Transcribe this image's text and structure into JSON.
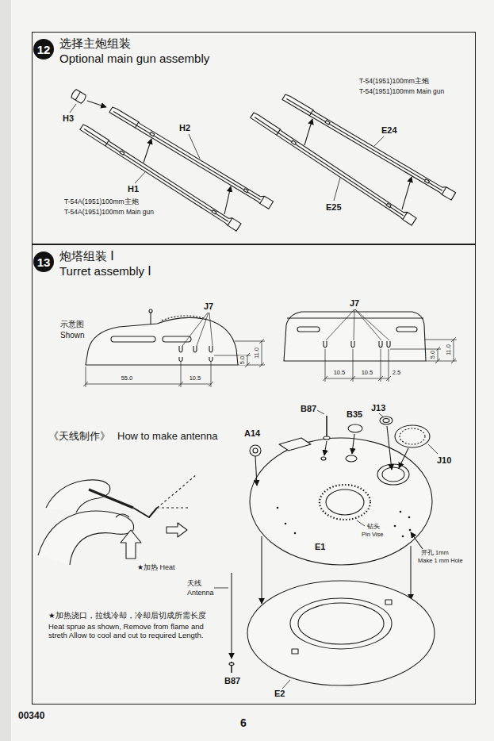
{
  "diagram": {
    "nodes": [
      {
        "text": [
          "选择主炮组装",
          "Optional main gun assembly"
        ]
      },
      {
        "text": [
          "12"
        ],
        "in": 0
      },
      {
        "text": [
          "炮塔组装 Ⅰ",
          "Turret assembly Ⅰ"
        ]
      },
      {
        "text": [
          "13"
        ],
        "in": 2
      }
    ],
    "labels": [
      "H3",
      "H2",
      "H1",
      "T-54A(1951)100mm主炮",
      "T-54A(1951)100mm Main gun",
      "T-54(1951)100mm主炮",
      "T-54(1951)100mm Main gun",
      "E24",
      "E25",
      "示意图",
      "Shown",
      "J7",
      "5.0",
      "11.0",
      "55.0",
      "10.5",
      "J7",
      "10.5",
      "10.5",
      "2.5",
      "5.0",
      "11.0",
      "《天线制作》",
      "How to make antenna",
      "★加热 Heat",
      "天线",
      "Antenna",
      "★加热浇口，拉线冷却，冷却后切成所需长度",
      "Heat sprue as shown, Remove from flame and streth Allow to cool and cut to required Length.",
      "B87",
      "B87",
      "B35",
      "J13",
      "A14",
      "J10",
      "E1",
      "钻头",
      "Pin Vise",
      "开孔 1mm",
      "Make 1 mm Hole",
      "E2",
      "00340",
      "6"
    ]
  }
}
